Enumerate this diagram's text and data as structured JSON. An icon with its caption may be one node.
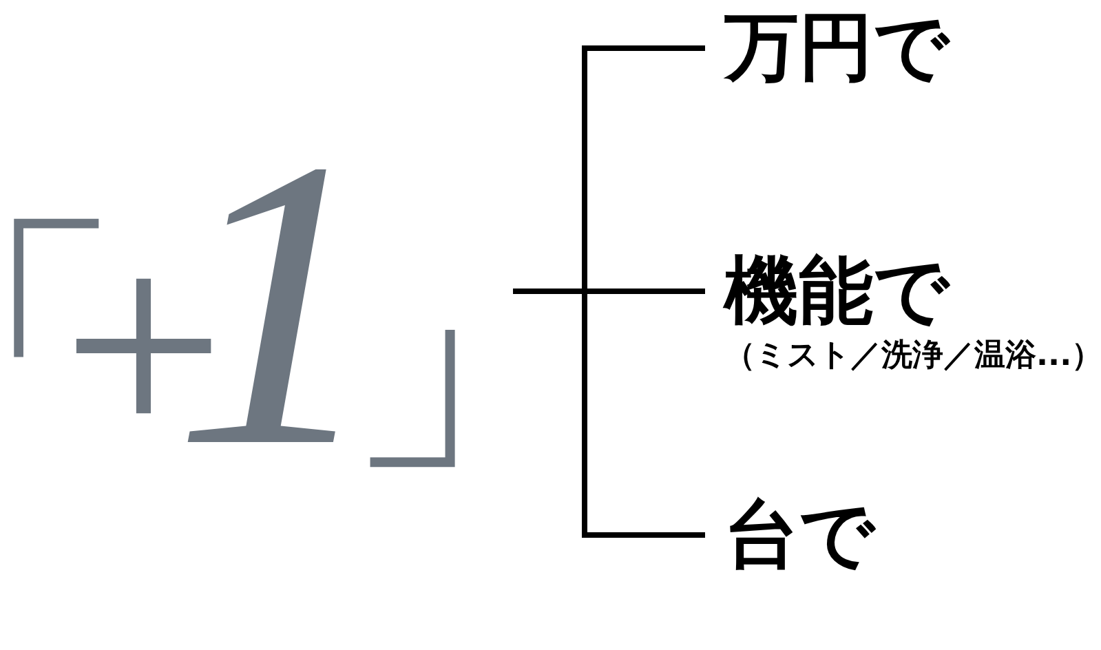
{
  "diagram": {
    "nodes": [
      {
        "text": [
          "「+1」"
        ]
      },
      {
        "text": [
          "万円で"
        ]
      },
      {
        "text": [
          "機能で"
        ],
        "beside": [
          "（ミスト／洗浄／温浴...）"
        ]
      },
      {
        "text": [
          "台で"
        ]
      }
    ],
    "edges": [
      {
        "from": 0,
        "to": 1,
        "arrow": "none"
      },
      {
        "from": 0,
        "to": 2,
        "arrow": "none"
      },
      {
        "from": 0,
        "to": 3,
        "arrow": "none"
      }
    ]
  }
}
